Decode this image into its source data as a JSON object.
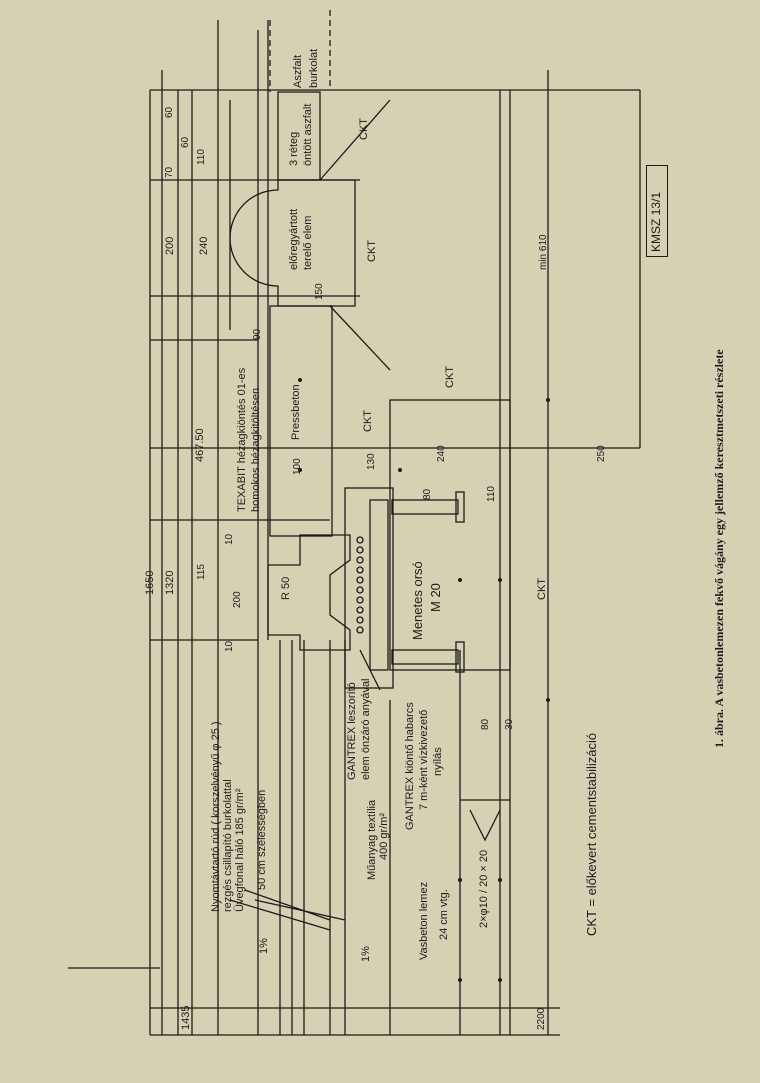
{
  "drawing": {
    "code": "KMSZ 13/1",
    "caption": "1. ábra. A vasbetonlemezen fekvő vágány egy jellemző keresztmetszeti részlete",
    "labels": {
      "aszfalt": "Aszfalt",
      "burkolat": "burkolat",
      "reteg": "3 réteg",
      "ontott": "öntött aszfalt",
      "elemA": "előregyártott",
      "elemB": "terelő elem",
      "ckt_top": "CKT",
      "ckt_mid": "CKT",
      "ckt_right": "CKT",
      "ckt_center": "CKT",
      "ckt_bottom": "CKT",
      "pressbeton": "Pressbeton",
      "texabitA": "TEXABIT hézagkiöntés 01-es",
      "texabitB": "homokos hézagkitöltésen",
      "menetesA": "Menetes orsó",
      "menetesB": "M 20",
      "gantrexA": "GANTREX leszorító",
      "gantrexB": "elem önzáró anyával",
      "kiontoA": "GANTREX kiöntő habarcs",
      "kiontoB": "7 m-ként vízkivezető",
      "kiontoC": "nyílás",
      "muanyagA": "Műanyag textília",
      "muanyagB": "400 gr/m²",
      "nyomtA": "Nyomtávtartó rúd ( korszelvényű φ 25 )",
      "nyomtB": "rezgés csillapító burkolattal",
      "nyomtC": "Üvegfonal háló  185 gr/m²",
      "nyomtD": "50 cm  szélességben",
      "vasbetonA": "Vasbeton  lemez",
      "vasbetonB": "24 cm  vtg.",
      "rebar": "2×φ10 / 20 × 20",
      "ckt_def": "CKT =  előkevert  cementstabilizáció",
      "slope1": "1%",
      "slope2": "1%",
      "r50": "R 50"
    },
    "dimensions": {
      "d1650": "1650",
      "d1320": "1320",
      "d1435": "1435",
      "d46750": "467.50",
      "d200a": "200",
      "d240a": "240",
      "d70": "70",
      "d60a": "60",
      "d60b": "60",
      "d110a": "110",
      "d90": "90",
      "d150": "150",
      "d100": "100",
      "d130": "130",
      "d240b": "240",
      "d80a": "80",
      "d110b": "110",
      "d250": "250",
      "d115": "115",
      "d10a": "10",
      "d200b": "200",
      "d10b": "10",
      "d80b": "80",
      "d30": "30",
      "d2200": "2200",
      "dmin610": "min  610"
    }
  }
}
